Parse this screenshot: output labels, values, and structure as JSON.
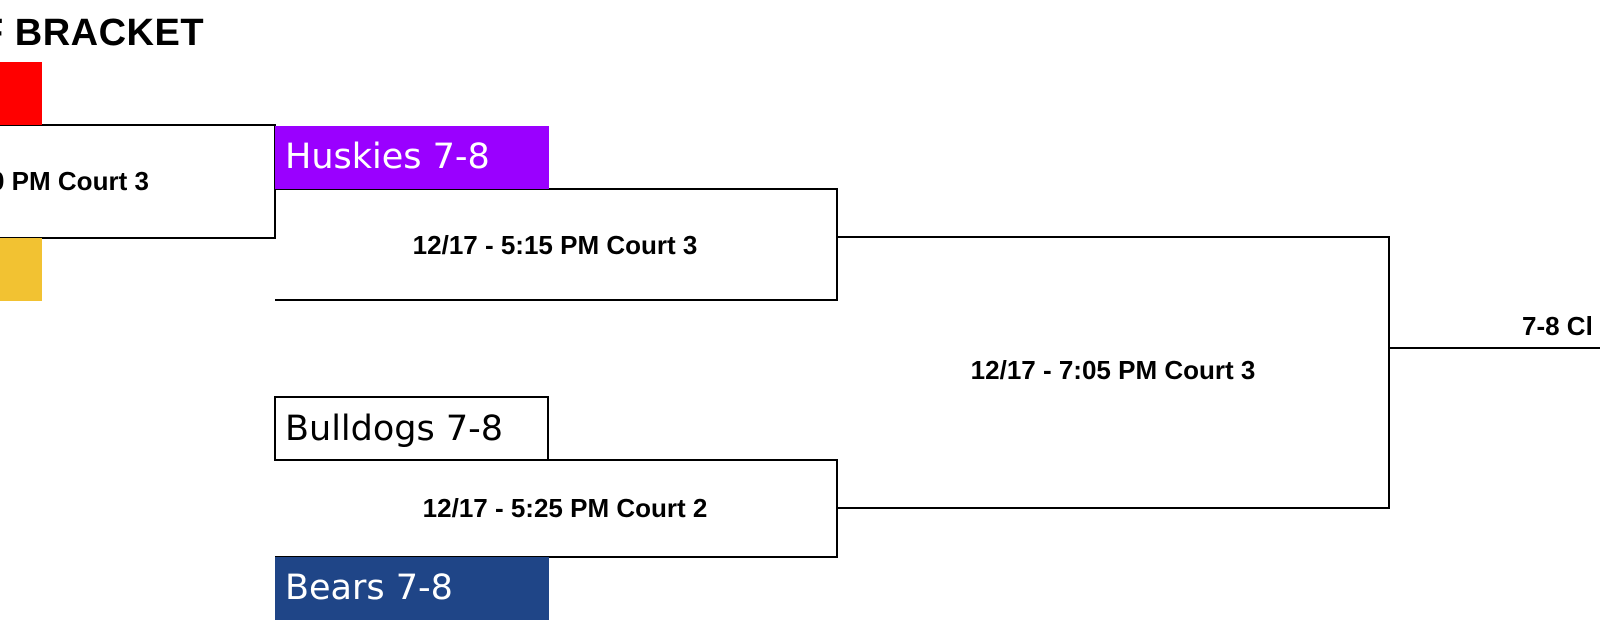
{
  "bracket": {
    "title": "F BRACKET",
    "colors": {
      "top_left_swatch": "#ff0000",
      "bottom_left_swatch": "#f2c232",
      "huskies": "#9a00ff",
      "bulldogs": "#ffffff",
      "bears": "#1f4587",
      "line": "#000000"
    },
    "first_round_game": "0 PM Court 3",
    "teams": {
      "huskies": "Huskies 7-8",
      "bulldogs": "Bulldogs 7-8",
      "bears": "Bears 7-8"
    },
    "games": {
      "semi_top": "12/17 - 5:15 PM Court 3",
      "semi_bottom": "12/17 - 5:25 PM Court 2",
      "final": "12/17 - 7:05 PM Court 3"
    },
    "championship_label": "7-8 Cl"
  }
}
